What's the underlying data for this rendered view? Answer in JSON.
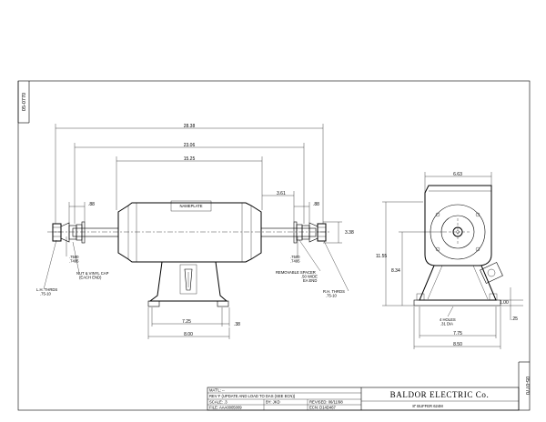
{
  "sheet": {
    "id_left": "05-0770",
    "id_right": "05-0770"
  },
  "dimensions": {
    "overall": "28.38",
    "motor_shaft": "23.06",
    "body": "15.25",
    "left_spacer": ".88",
    "right_spacer": ".88",
    "right_offset": "3.61",
    "height": "3.38",
    "shaft_dia_left": ".7500\n.7495",
    "shaft_dia_right": ".7500\n.7495",
    "base_width": "7.25",
    "base_offset": ".38",
    "base_overall": "8.00",
    "end_top_width": "6.63",
    "end_height_total": "11.55",
    "end_height_center": "8.34",
    "end_foot": "1.00",
    "end_foot_small": ".25",
    "end_base_inner": "7.75",
    "end_base_outer": "8.50"
  },
  "labels": {
    "nameplate": "NAMEPLATE",
    "lh_threads": "L.H. THRDS\n.75-10",
    "nut_cap": "NUT & VINYL CAP\n(EACH END)",
    "removable_spacer": "REMOVABLE SPACER\n.50 WIDE\nEA END",
    "rh_threads": "R.H. THRDS\n.75-10",
    "holes": "4 HOLES\n.31 DIA"
  },
  "title_block": {
    "mat_label": "MAT'L:",
    "mat_value": "--",
    "rev_text": "REV F  (UPDATE AND LOAD TO DAS (SEE ECN))",
    "scale_label": "SCALE: .3",
    "by_label": "BY: JKD",
    "revised_label": "REVISED: 06/11/98",
    "file_label": "FILE: AAA0005009",
    "ecn_label": "ECN: D14D467",
    "company": "BALDOR ELECTRIC Co.",
    "description": "8\" BUFFER 624M"
  }
}
